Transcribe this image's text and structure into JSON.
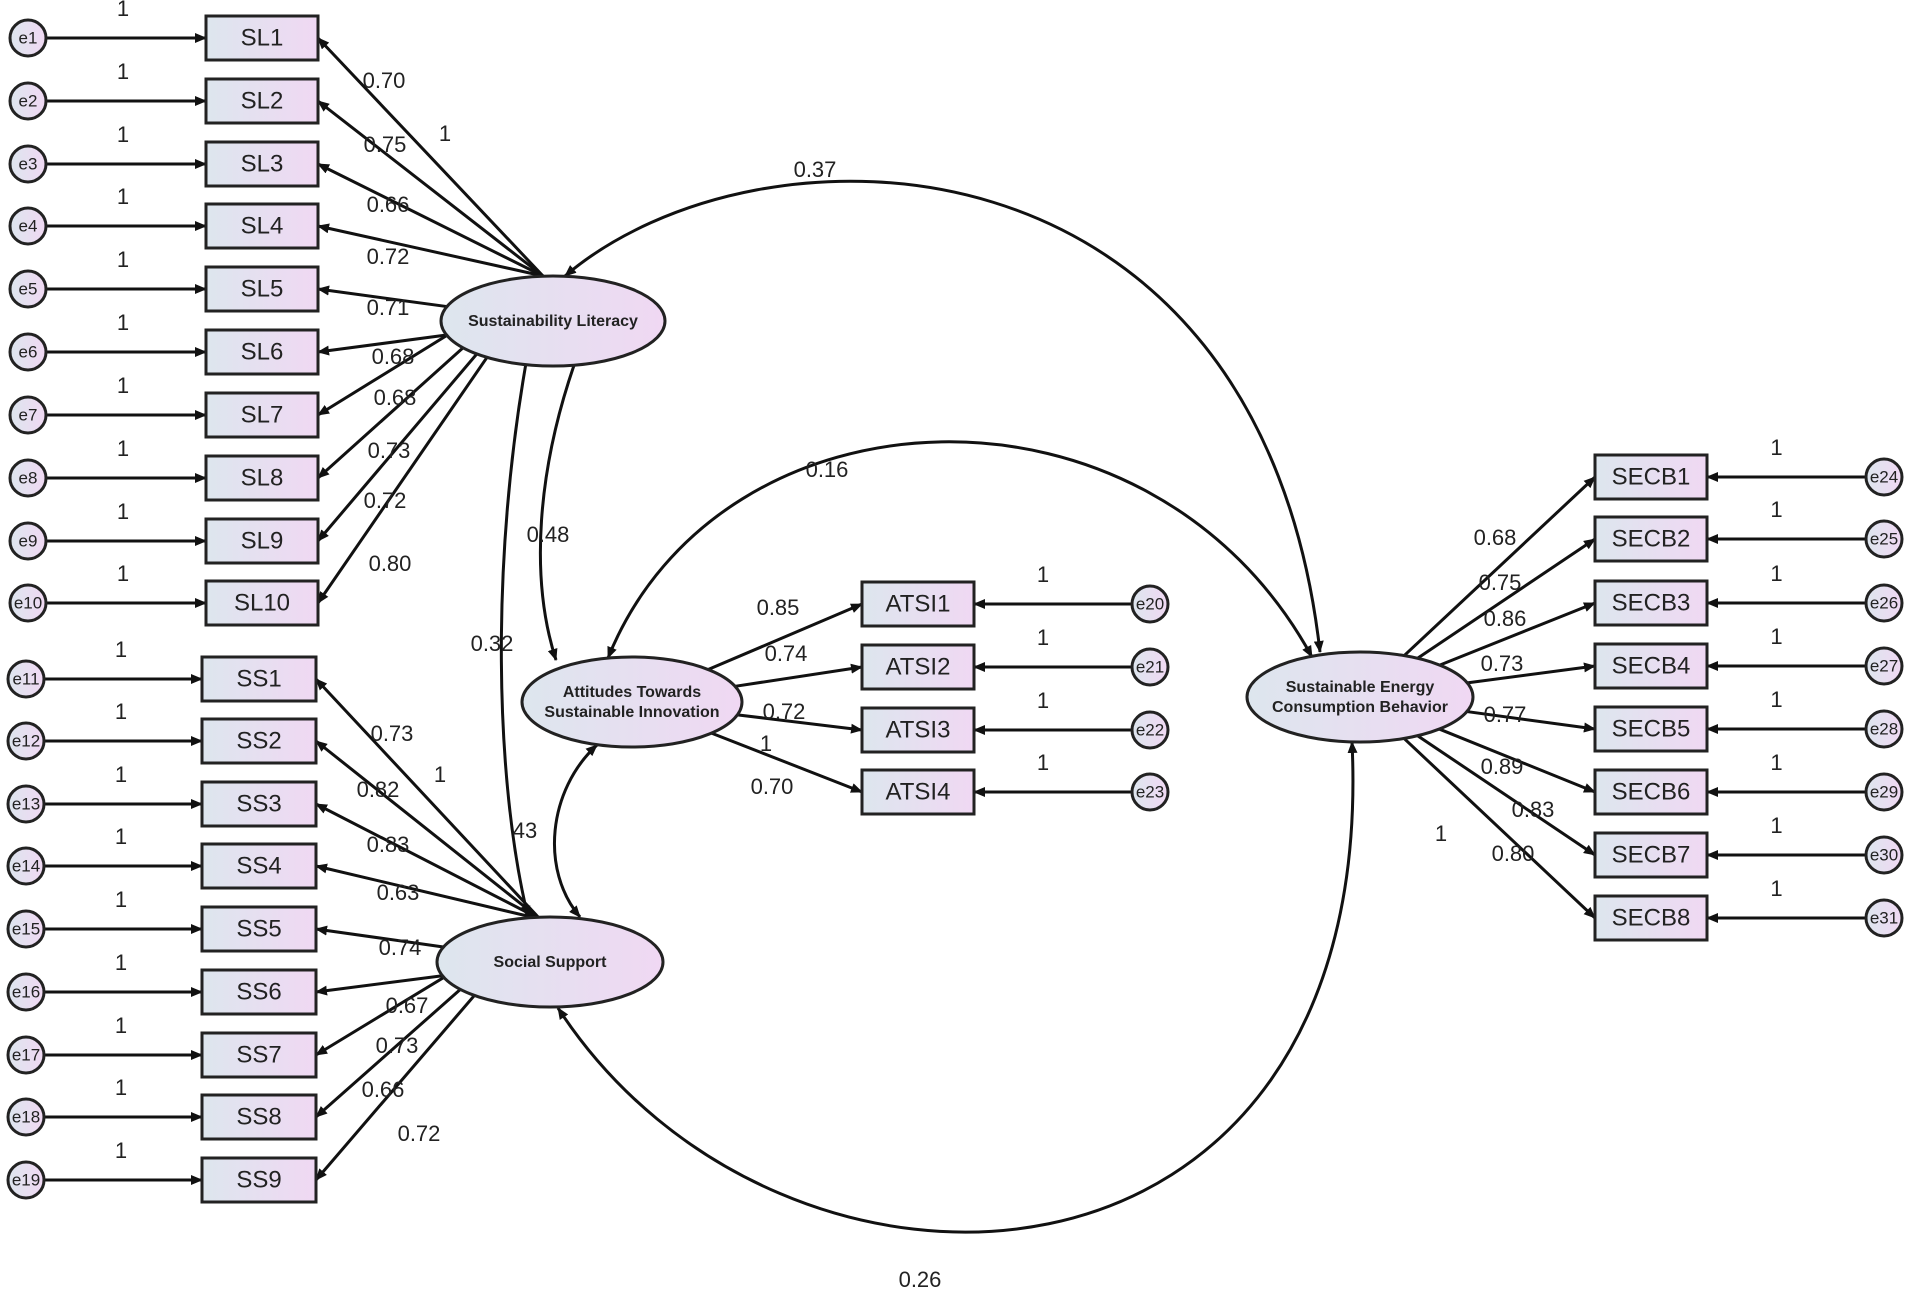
{
  "colors": {
    "box_fill_start": "#dde6ee",
    "box_fill_end": "#f0d8f3",
    "stroke": "#111111"
  },
  "latents": [
    {
      "id": "SL",
      "lines": [
        "Sustainability Literacy"
      ]
    },
    {
      "id": "SS",
      "lines": [
        "Social Support"
      ]
    },
    {
      "id": "ATSI",
      "lines": [
        "Attitudes Towards",
        "Sustainable Innovation"
      ]
    },
    {
      "id": "SECB",
      "lines": [
        "Sustainable Energy",
        "Consumption Behavior"
      ]
    }
  ],
  "indicators": {
    "SL": {
      "items": [
        "SL1",
        "SL2",
        "SL3",
        "SL4",
        "SL5",
        "SL6",
        "SL7",
        "SL8",
        "SL9",
        "SL10"
      ],
      "errors": [
        "e1",
        "e2",
        "e3",
        "e4",
        "e5",
        "e6",
        "e7",
        "e8",
        "e9",
        "e10"
      ],
      "loadings": [
        "0.70",
        "0.75",
        "0.66",
        "0.72",
        "0.71",
        "0.68",
        "0.68",
        "0.73",
        "0.72",
        "0.80"
      ]
    },
    "SS": {
      "items": [
        "SS1",
        "SS2",
        "SS3",
        "SS4",
        "SS5",
        "SS6",
        "SS7",
        "SS8",
        "SS9"
      ],
      "errors": [
        "e11",
        "e12",
        "e13",
        "e14",
        "e15",
        "e16",
        "e17",
        "e18",
        "e19"
      ],
      "loadings": [
        "0.73",
        "0.82",
        "0.83",
        "0.63",
        "0.74",
        "0.67",
        "0.73",
        "0.66",
        "0.72"
      ]
    },
    "ATSI": {
      "items": [
        "ATSI1",
        "ATSI2",
        "ATSI3",
        "ATSI4"
      ],
      "errors": [
        "e20",
        "e21",
        "e22",
        "e23"
      ],
      "loadings": [
        "0.85",
        "0.74",
        "0.72",
        "0.70"
      ]
    },
    "SECB": {
      "items": [
        "SECB1",
        "SECB2",
        "SECB3",
        "SECB4",
        "SECB5",
        "SECB6",
        "SECB7",
        "SECB8"
      ],
      "errors": [
        "e24",
        "e25",
        "e26",
        "e27",
        "e28",
        "e29",
        "e30",
        "e31"
      ],
      "loadings": [
        "0.68",
        "0.75",
        "0.86",
        "0.73",
        "0.77",
        "0.89",
        "0.83",
        "0.80"
      ]
    }
  },
  "error_path_label": "1",
  "fixed_loading_label": "1",
  "covariances": [
    {
      "from": "SL",
      "to": "SECB",
      "value": "0.37"
    },
    {
      "from": "ATSI",
      "to": "SECB",
      "value": "0.16"
    },
    {
      "from": "SL",
      "to": "ATSI",
      "value": "0.48"
    },
    {
      "from": "SL",
      "to": "SS",
      "value": "0.32"
    },
    {
      "from": "SS",
      "to": "ATSI",
      "value": "43"
    },
    {
      "from": "SS",
      "to": "SECB",
      "value": "0.26"
    }
  ]
}
